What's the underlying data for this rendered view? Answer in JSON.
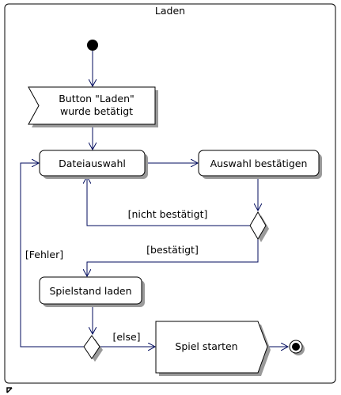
{
  "frame": {
    "title": "Laden"
  },
  "nodes": {
    "signal": {
      "line1": "Button \"Laden\"",
      "line2": "wurde betätigt"
    },
    "dateiauswahl": {
      "label": "Dateiauswahl"
    },
    "auswahl_bestaetigen": {
      "label": "Auswahl bestätigen"
    },
    "spielstand_laden": {
      "label": "Spielstand laden"
    },
    "spiel_starten": {
      "label": "Spiel starten"
    }
  },
  "guards": {
    "nicht_bestaetigt": "[nicht bestätigt]",
    "bestaetigt": "[bestätigt]",
    "fehler": "[Fehler]",
    "else": "[else]"
  },
  "colors": {
    "edge": "#000b5c",
    "shadow": "#9a9a9a",
    "node_border": "#000000"
  }
}
